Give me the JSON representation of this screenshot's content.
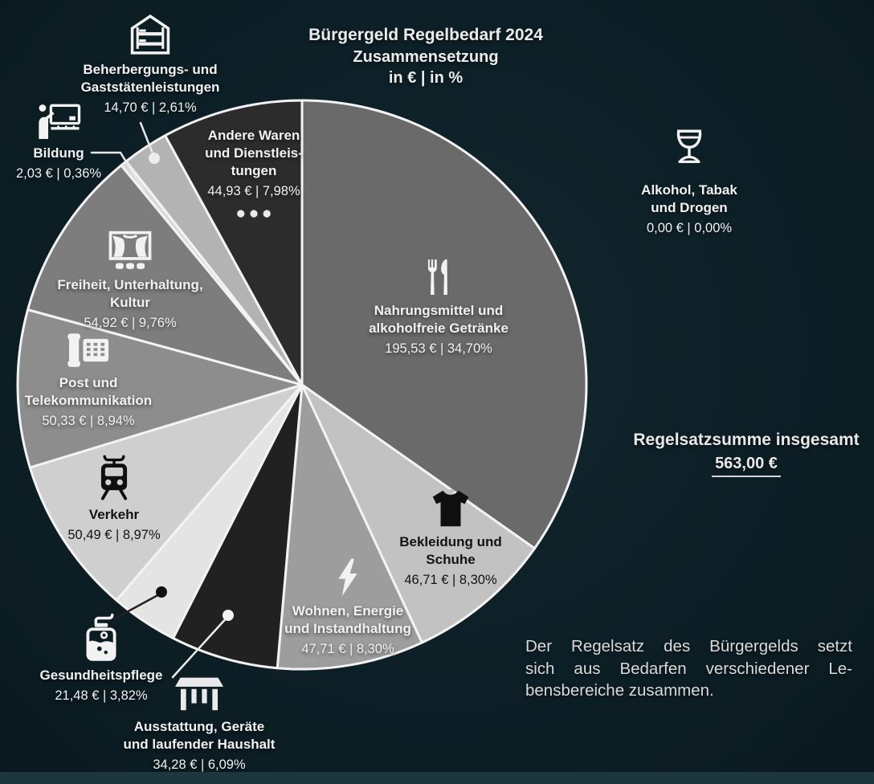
{
  "title": {
    "line1": "Bürgergeld Regelbedarf 2024",
    "line2": "Zusammensetzung",
    "line3": "in € | in %"
  },
  "summary": {
    "label": "Regelsatzsumme insgesamt",
    "value": "563,00 €"
  },
  "footnote": {
    "lines": [
      "Der Regelsatz des Bürgergelds setzt",
      "sich aus Bedarfen verschiedener Le-",
      "bensbereiche zusammen."
    ]
  },
  "chart_data": {
    "type": "pie",
    "title": "Bürgergeld Regelbedarf 2024 Zusammensetzung in € | in %",
    "total_label": "Regelsatzsumme insgesamt",
    "total_value_eur": "563,00 €",
    "start_angle": "12-oclock",
    "direction": "clockwise",
    "background_color": "#0d1f26",
    "slice_stroke_color": "#f3f3f3",
    "slices": [
      {
        "label": "Nahrungsmittel und alkoholfreie Getränke",
        "label_lines": [
          "Nahrungsmittel und",
          "alkoholfreie Getränke"
        ],
        "eur": "195,53 €",
        "percent": "34,70%",
        "pct": 34.7,
        "value_line": "195,53 € | 34,70%",
        "color": "#6a6a6a",
        "icon": "cutlery-icon"
      },
      {
        "label": "Bekleidung und Schuhe",
        "label_lines": [
          "Bekleidung und",
          "Schuhe"
        ],
        "eur": "46,71 €",
        "percent": "8,30%",
        "pct": 8.3,
        "value_line": "46,71 € | 8,30%",
        "color": "#c2c2c2",
        "icon": "tshirt-icon"
      },
      {
        "label": "Wohnen, Energie und Instandhaltung",
        "label_lines": [
          "Wohnen, Energie",
          "und Instandhaltung"
        ],
        "eur": "47,71 €",
        "percent": "8,30%",
        "pct": 8.3,
        "value_line": "47,71 € | 8,30%",
        "color": "#9d9d9d",
        "icon": "lightning-icon"
      },
      {
        "label": "Ausstattung, Geräte und laufender Haushalt",
        "label_lines": [
          "Ausstattung, Geräte",
          "und laufender Haushalt"
        ],
        "eur": "34,28 €",
        "percent": "6,09%",
        "pct": 6.09,
        "value_line": "34,28 € | 6,09%",
        "color": "#212121",
        "icon": "table-icon"
      },
      {
        "label": "Gesundheitspflege",
        "label_lines": [
          "Gesundheitspflege"
        ],
        "eur": "21,48 €",
        "percent": "3,82%",
        "pct": 3.82,
        "value_line": "21,48 € | 3,82%",
        "color": "#e4e4e4",
        "icon": "soap-dispenser-icon"
      },
      {
        "label": "Verkehr",
        "label_lines": [
          "Verkehr"
        ],
        "eur": "50,49 €",
        "percent": "8,97%",
        "pct": 8.97,
        "value_line": "50,49 € | 8,97%",
        "color": "#cfcfcf",
        "icon": "tram-icon"
      },
      {
        "label": "Post und Telekommunikation",
        "label_lines": [
          "Post und",
          "Telekommunikation"
        ],
        "eur": "50,33 €",
        "percent": "8,94%",
        "pct": 8.94,
        "value_line": "50,33 € | 8,94%",
        "color": "#8d8d8d",
        "icon": "phone-icon"
      },
      {
        "label": "Freiheit, Unterhaltung, Kultur",
        "label_lines": [
          "Freiheit, Unterhaltung,",
          "Kultur"
        ],
        "eur": "54,92 €",
        "percent": "9,76%",
        "pct": 9.76,
        "value_line": "54,92 € | 9,76%",
        "color": "#7d7d7d",
        "icon": "theater-icon"
      },
      {
        "label": "Bildung",
        "label_lines": [
          "Bildung"
        ],
        "eur": "2,03 €",
        "percent": "0,36%",
        "pct": 0.36,
        "value_line": "2,03 € | 0,36%",
        "color": "#d8d8d8",
        "icon": "teacher-icon"
      },
      {
        "label": "Beherbergungs- und Gaststätenleistungen",
        "label_lines": [
          "Beherbergungs- und",
          "Gaststätenleistungen"
        ],
        "eur": "14,70 €",
        "percent": "2,61%",
        "pct": 2.61,
        "value_line": "14,70 € | 2,61%",
        "color": "#b3b3b3",
        "icon": "hostel-icon"
      },
      {
        "label": "Andere Waren und Dienstleistungen",
        "label_lines": [
          "Andere Waren",
          "und Dienstleis-",
          "tungen"
        ],
        "eur": "44,93 €",
        "percent": "7,98%",
        "pct": 7.98,
        "value_line": "44,93 € | 7,98%",
        "color": "#2c2c2c",
        "icon": "ellipsis-icon"
      },
      {
        "label": "Alkohol, Tabak und Drogen",
        "label_lines": [
          "Alkohol, Tabak",
          "und Drogen"
        ],
        "eur": "0,00 €",
        "percent": "0,00%",
        "pct": 0.0,
        "value_line": "0,00 € | 0,00%",
        "color": null,
        "icon": "wine-glass-icon"
      }
    ]
  }
}
